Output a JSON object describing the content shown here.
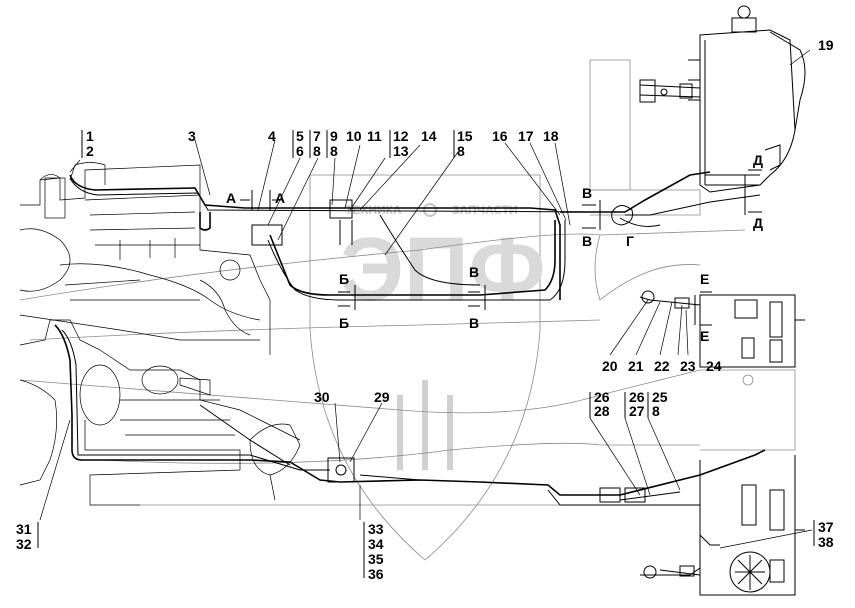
{
  "watermark": {
    "brand": "ЭПФ",
    "left_text": "ТЕХНИКА",
    "right_text": "ЗАПЧАСТИ"
  },
  "callouts": {
    "top_left": [
      "1",
      "2"
    ],
    "top_mid": [
      "3",
      "4",
      "5",
      "6",
      "7",
      "8",
      "9",
      "8",
      "10",
      "11",
      "12",
      "13",
      "14",
      "15",
      "8"
    ],
    "top_right": [
      "16",
      "17",
      "18",
      "19"
    ],
    "right_mid": [
      "20",
      "21",
      "22",
      "23",
      "24"
    ],
    "bottom_mid": [
      "30",
      "29",
      "26",
      "28",
      "26",
      "27",
      "25",
      "8"
    ],
    "bottom_left": [
      "31",
      "32"
    ],
    "bottom_stack": [
      "33",
      "34",
      "35",
      "36"
    ],
    "bottom_right": [
      "37",
      "38"
    ]
  },
  "sections": {
    "a1": "А",
    "a2": "А",
    "b1": "Б",
    "b2": "Б",
    "v1": "В",
    "v2": "В",
    "v3": "В",
    "v4": "В",
    "g": "Г",
    "d1": "Д",
    "d2": "Д",
    "e1": "Е",
    "e2": "Е"
  }
}
